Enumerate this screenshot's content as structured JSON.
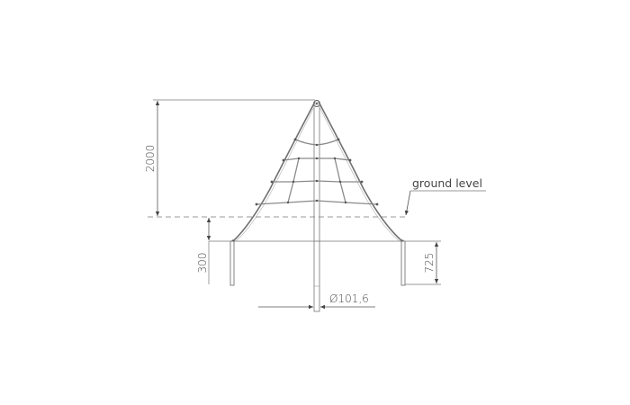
{
  "drawing": {
    "subject": "pyramid rope climbing net",
    "labels": {
      "ground_level": "ground level"
    },
    "dimensions": {
      "total_height": "2000",
      "anchor_depth": "300",
      "leg_depth": "725",
      "pole_diameter": "Ø101,6"
    },
    "colors": {
      "line": "#555555",
      "rope": "#8a8a8a",
      "dim_line": "#666666",
      "text": "#444444",
      "background": "#ffffff"
    }
  }
}
